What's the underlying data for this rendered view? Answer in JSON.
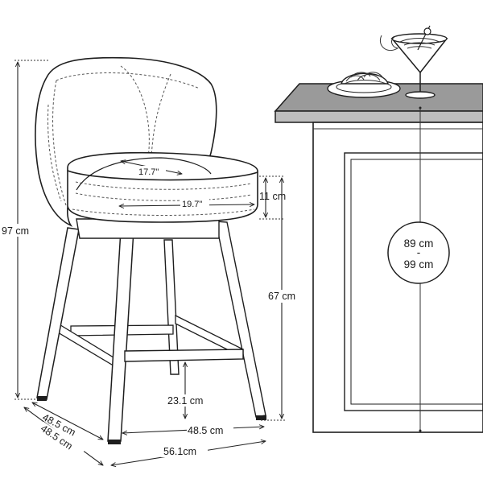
{
  "dimensions": {
    "total_height": "97 cm",
    "seat_depth": "17.7\"",
    "seat_width": "19.7\"",
    "cushion_height": "11 cm",
    "seat_height": "67 cm",
    "footrest_height": "23.1 cm",
    "base_width": "48.5 cm",
    "side_depth_a": "48.5 cm",
    "side_depth_b": "48.5 cm",
    "overall_width": "56.1cm"
  },
  "counter": {
    "height_min": "89 cm",
    "height_sep": "-",
    "height_max": "99 cm"
  },
  "colors": {
    "ink": "#1e1e1e",
    "counter_top": "#8a8a8a",
    "stool_fill": "#ffffff"
  }
}
